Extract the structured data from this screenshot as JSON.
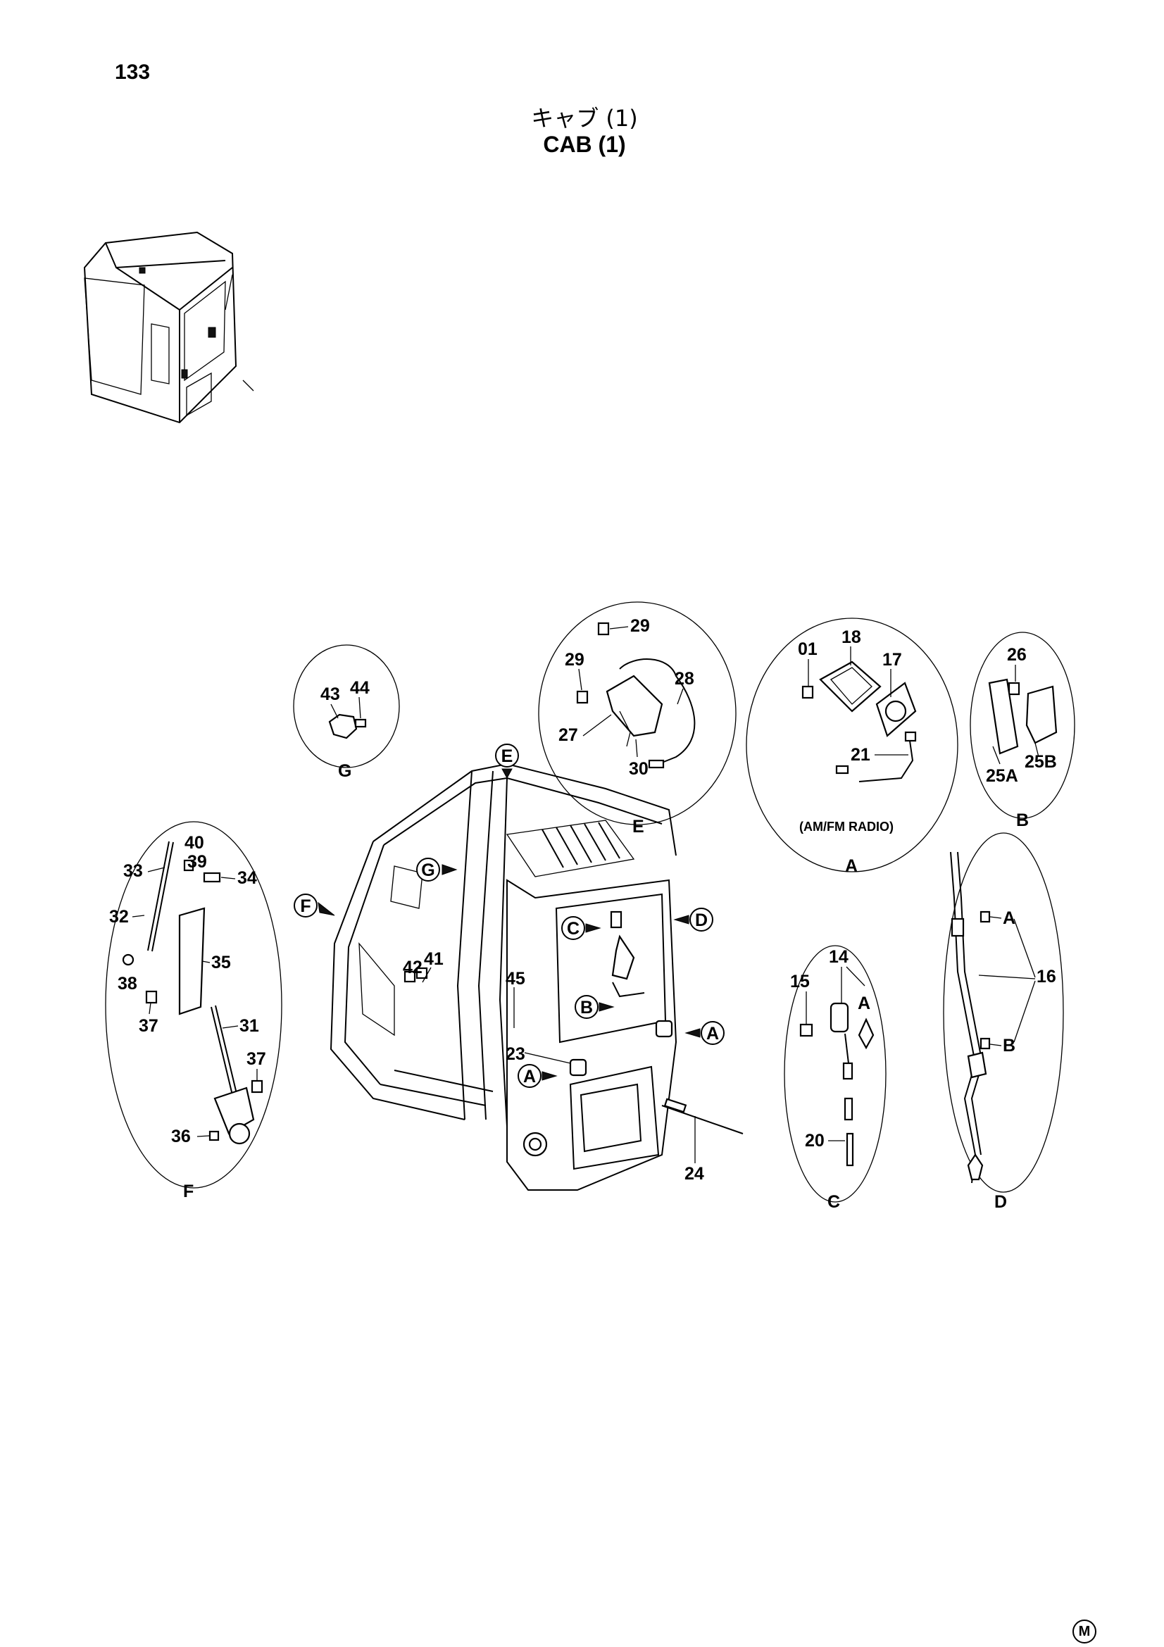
{
  "page": {
    "number": "133",
    "title_jp": "キャブ (1)",
    "title_en": "CAB (1)",
    "corner_mark": "M"
  },
  "views": {
    "A": {
      "letter": "A",
      "note": "(AM/FM RADIO)"
    },
    "B": {
      "letter": "B"
    },
    "C": {
      "letter": "C"
    },
    "D": {
      "letter": "D"
    },
    "E": {
      "letter": "E"
    },
    "F": {
      "letter": "F"
    },
    "G": {
      "letter": "G"
    }
  },
  "callouts": {
    "01": "01",
    "14": "14",
    "15": "15",
    "16": "16",
    "17": "17",
    "18": "18",
    "20": "20",
    "21": "21",
    "23": "23",
    "24": "24",
    "25A": "25A",
    "25B": "25B",
    "26": "26",
    "27": "27",
    "28": "28",
    "29": "29",
    "30": "30",
    "31": "31",
    "32": "32",
    "33": "33",
    "34": "34",
    "35": "35",
    "36": "36",
    "37": "37",
    "38": "38",
    "39": "39",
    "40": "40",
    "41": "41",
    "42": "42",
    "43": "43",
    "44": "44",
    "45": "45"
  }
}
